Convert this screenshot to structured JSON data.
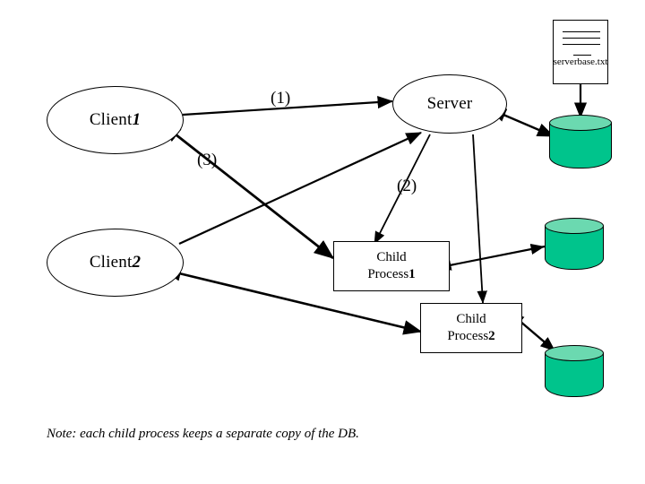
{
  "diagram": {
    "title": "Client-Server child process architecture diagram",
    "colors": {
      "db_body": "#00c48c",
      "db_top": "#6bd9b0",
      "stroke": "#000000",
      "background": "#ffffff"
    },
    "nodes": {
      "client1": {
        "label": "Client",
        "index": "1"
      },
      "client2": {
        "label": "Client",
        "index": "2"
      },
      "server": {
        "label": "Server"
      },
      "child_process1": {
        "line1": "Child",
        "line2": "Process",
        "index": "1"
      },
      "child_process2": {
        "line1": "Child",
        "line2": "Process",
        "index": "2"
      },
      "serverbase_file": {
        "caption": "serverbase.txt"
      },
      "database_server": {
        "caption": ""
      },
      "database_child1": {
        "caption": ""
      },
      "database_child2": {
        "caption": ""
      }
    },
    "edge_labels": {
      "step1": "(1)",
      "step2": "(2)",
      "step3": "(3)"
    },
    "note": "Note: each child process keeps a separate copy of the DB."
  }
}
